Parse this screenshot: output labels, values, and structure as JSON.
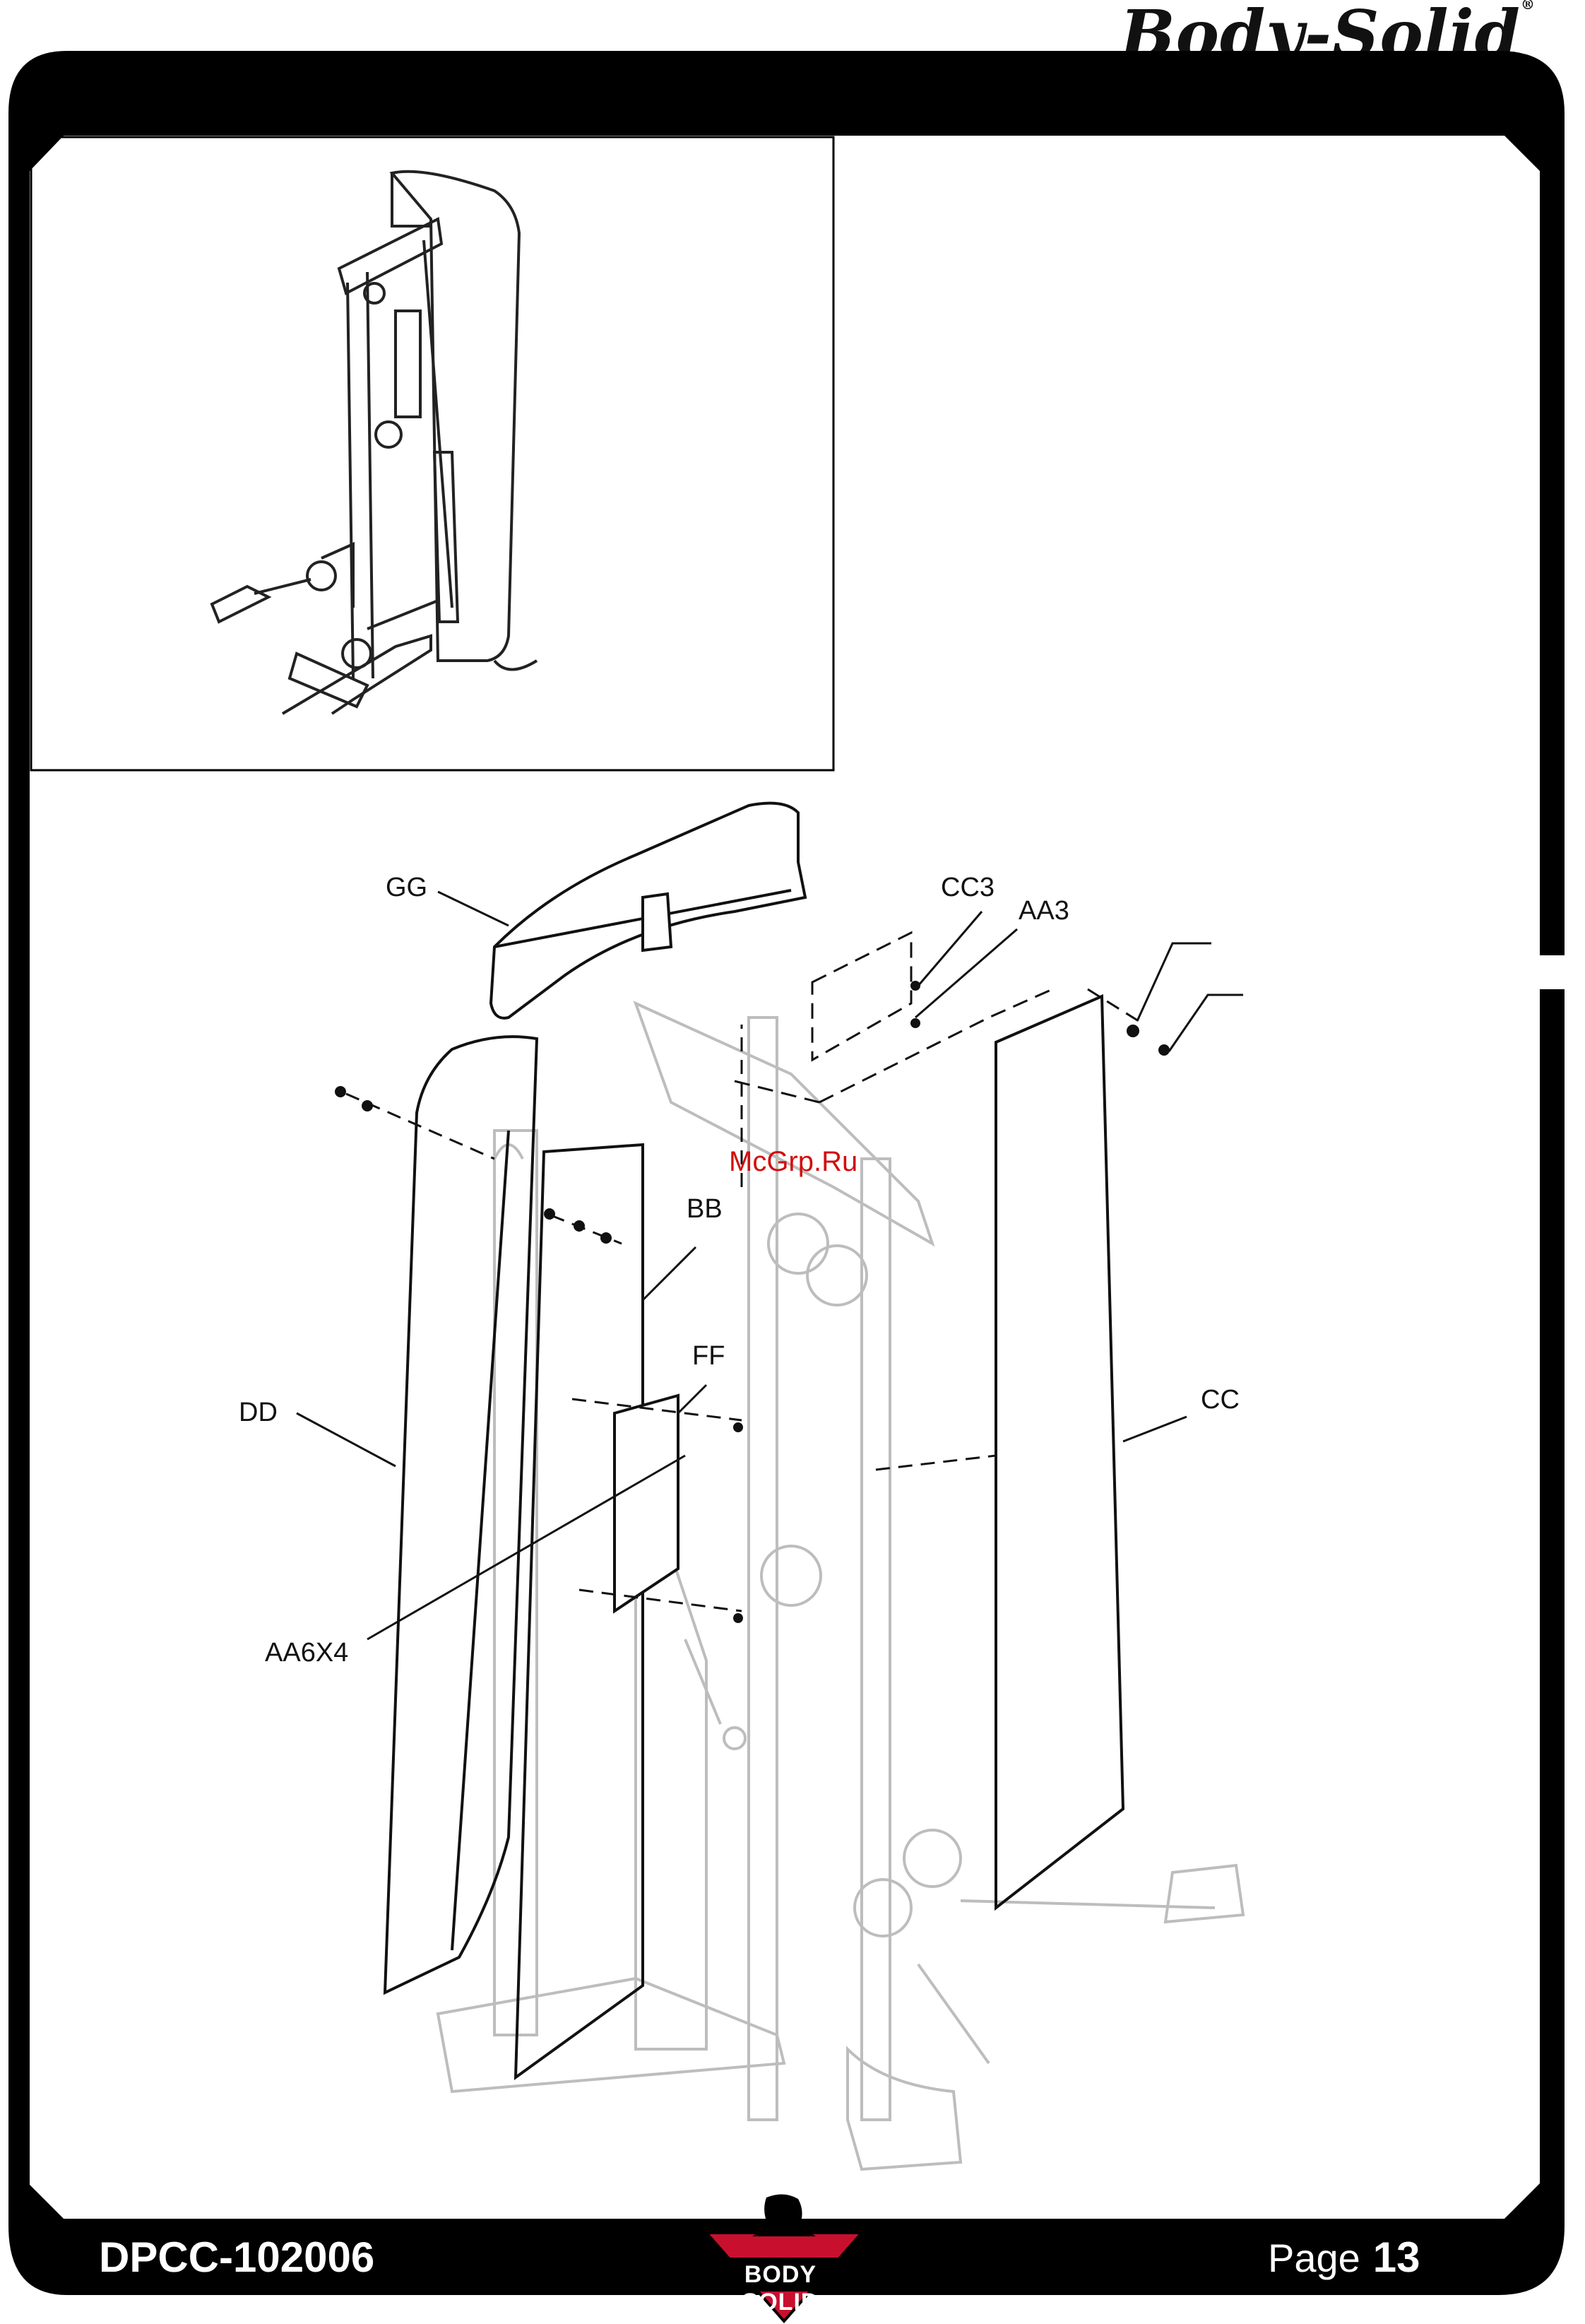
{
  "brand": {
    "name": "Body-Solid",
    "mark": "®"
  },
  "watermark": "McGrp.Ru",
  "callouts": {
    "gg": "GG",
    "cc3": "CC3",
    "aa3": "AA3",
    "bb": "BB",
    "ff": "FF",
    "dd": "DD",
    "cc": "CC",
    "aa6x4": "AA6X4"
  },
  "footer": {
    "model": "DPCC-102006",
    "page_label": "Page",
    "page_number": "13",
    "logo_text": "BODY SOLID"
  },
  "colors": {
    "frame": "#000000",
    "ghost": "#bdbdbd",
    "watermark": "#d10f0f",
    "logo_red": "#c8102e"
  }
}
